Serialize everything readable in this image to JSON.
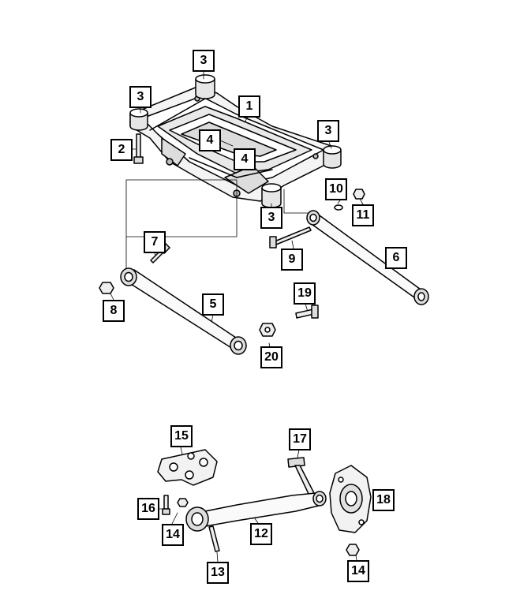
{
  "callouts": [
    {
      "id": "c3a",
      "label": "3"
    },
    {
      "id": "c3b",
      "label": "3"
    },
    {
      "id": "c1",
      "label": "1"
    },
    {
      "id": "c3c",
      "label": "3"
    },
    {
      "id": "c4a",
      "label": "4"
    },
    {
      "id": "c4b",
      "label": "4"
    },
    {
      "id": "c2",
      "label": "2"
    },
    {
      "id": "c10",
      "label": "10"
    },
    {
      "id": "c3d",
      "label": "3"
    },
    {
      "id": "c11",
      "label": "11"
    },
    {
      "id": "c7",
      "label": "7"
    },
    {
      "id": "c9",
      "label": "9"
    },
    {
      "id": "c6",
      "label": "6"
    },
    {
      "id": "c8",
      "label": "8"
    },
    {
      "id": "c5",
      "label": "5"
    },
    {
      "id": "c19",
      "label": "19"
    },
    {
      "id": "c20",
      "label": "20"
    },
    {
      "id": "c15",
      "label": "15"
    },
    {
      "id": "c17",
      "label": "17"
    },
    {
      "id": "c16",
      "label": "16"
    },
    {
      "id": "c18",
      "label": "18"
    },
    {
      "id": "c14a",
      "label": "14"
    },
    {
      "id": "c12",
      "label": "12"
    },
    {
      "id": "c13",
      "label": "13"
    },
    {
      "id": "c14b",
      "label": "14"
    }
  ]
}
